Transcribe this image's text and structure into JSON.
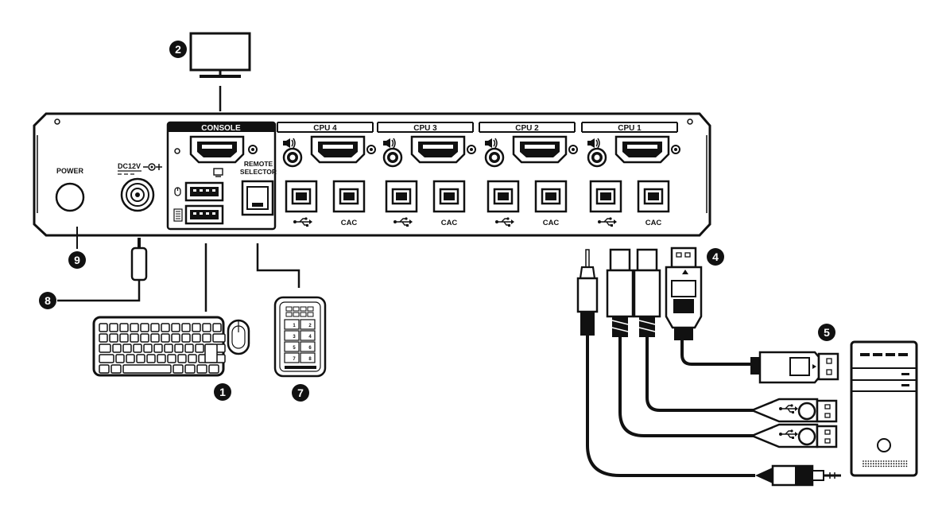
{
  "device": {
    "power_label": "POWER",
    "dc_label": "DC12V",
    "console_label": "CONSOLE",
    "remote_label_line1": "REMOTE",
    "remote_label_line2": "SELECTOR",
    "cac_label": "CAC",
    "ports": [
      {
        "label": "CPU 4"
      },
      {
        "label": "CPU 3"
      },
      {
        "label": "CPU 2"
      },
      {
        "label": "CPU 1"
      }
    ]
  },
  "remote_keys": [
    "1",
    "2",
    "3",
    "4",
    "5",
    "6",
    "7",
    "8"
  ],
  "callouts": [
    {
      "id": "keyboard-mouse",
      "num": "1"
    },
    {
      "id": "monitor",
      "num": "2"
    },
    {
      "id": "hdmi-cable",
      "num": "4"
    },
    {
      "id": "pc-cables",
      "num": "5"
    },
    {
      "id": "remote-selector",
      "num": "7"
    },
    {
      "id": "power-adapter",
      "num": "8"
    },
    {
      "id": "power-switch",
      "num": "9"
    }
  ],
  "colors": {
    "ink": "#111111",
    "paper": "#ffffff",
    "panel_header": "#111111"
  }
}
